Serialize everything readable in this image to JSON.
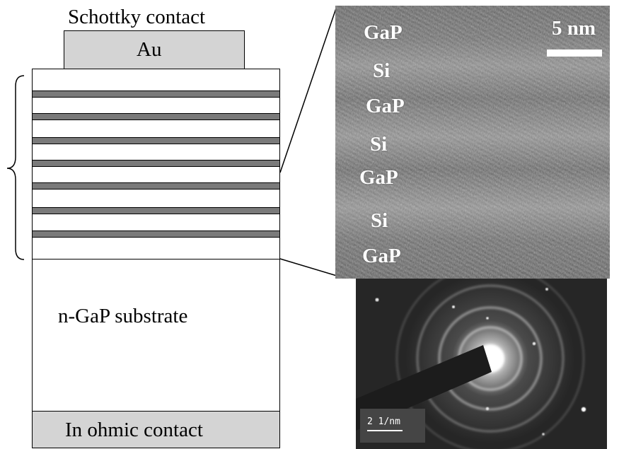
{
  "schematic": {
    "schottky_label": "Schottky contact",
    "au_label": "Au",
    "substrate_label": "n-GaP substrate",
    "ohmic_label": "In ohmic contact",
    "si_layer_count": 7
  },
  "tem_image": {
    "scale_bar_label": "5 nm",
    "layer_labels": [
      "GaP",
      "Si",
      "GaP",
      "Si",
      "GaP",
      "Si",
      "GaP"
    ]
  },
  "diffraction_image": {
    "scale_bar_label": "2 1/nm"
  },
  "colors": {
    "contact_fill": "#d4d4d4",
    "si_layer_fill": "#7a7a7a",
    "tem_background": "#6e6e6e",
    "saed_background": "#262626"
  }
}
